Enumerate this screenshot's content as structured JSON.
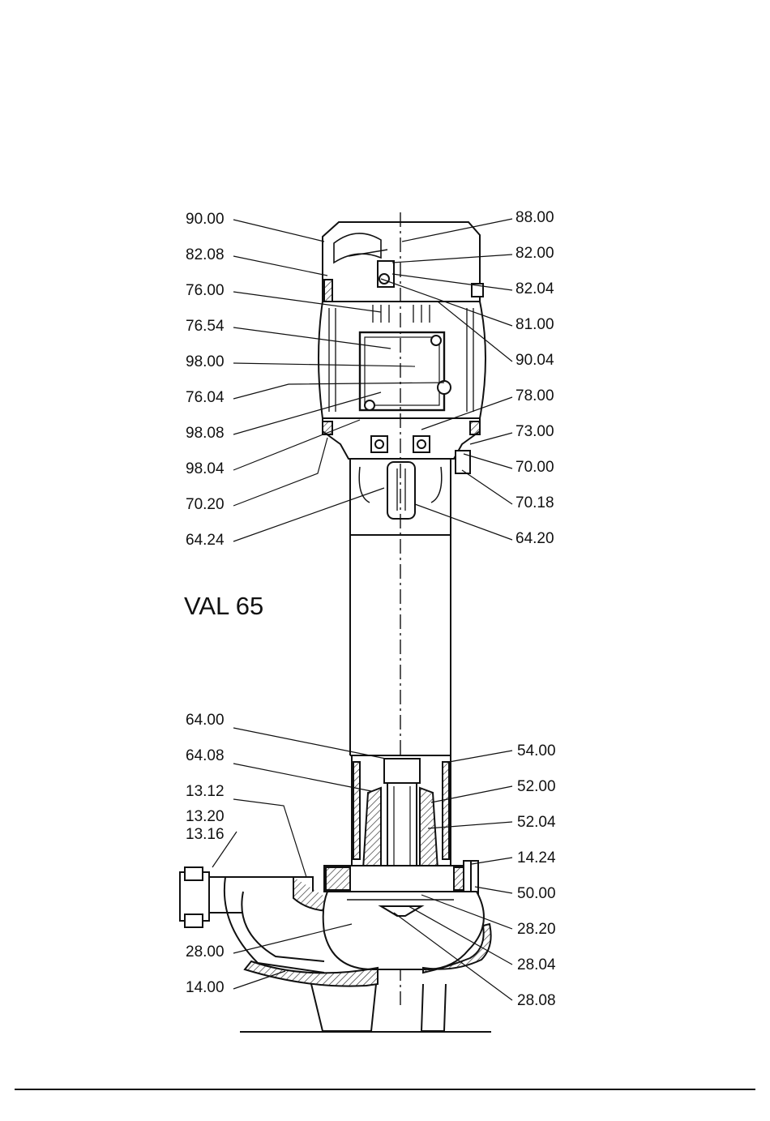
{
  "title": "VAL 65",
  "labels_left": [
    "90.00",
    "82.08",
    "76.00",
    "76.54",
    "98.00",
    "76.04",
    "98.08",
    "98.04",
    "70.20",
    "64.24",
    "64.00",
    "64.08",
    "13.12",
    "13.20",
    "13.16",
    "28.00",
    "14.00"
  ],
  "labels_right": [
    "88.00",
    "82.00",
    "82.04",
    "81.00",
    "90.04",
    "78.00",
    "73.00",
    "70.00",
    "70.18",
    "64.20",
    "54.00",
    "52.00",
    "52.04",
    "14.24",
    "50.00",
    "28.20",
    "28.04",
    "28.08"
  ],
  "colors": {
    "ink": "#111111",
    "paper": "#ffffff",
    "hatch": "#444444"
  }
}
